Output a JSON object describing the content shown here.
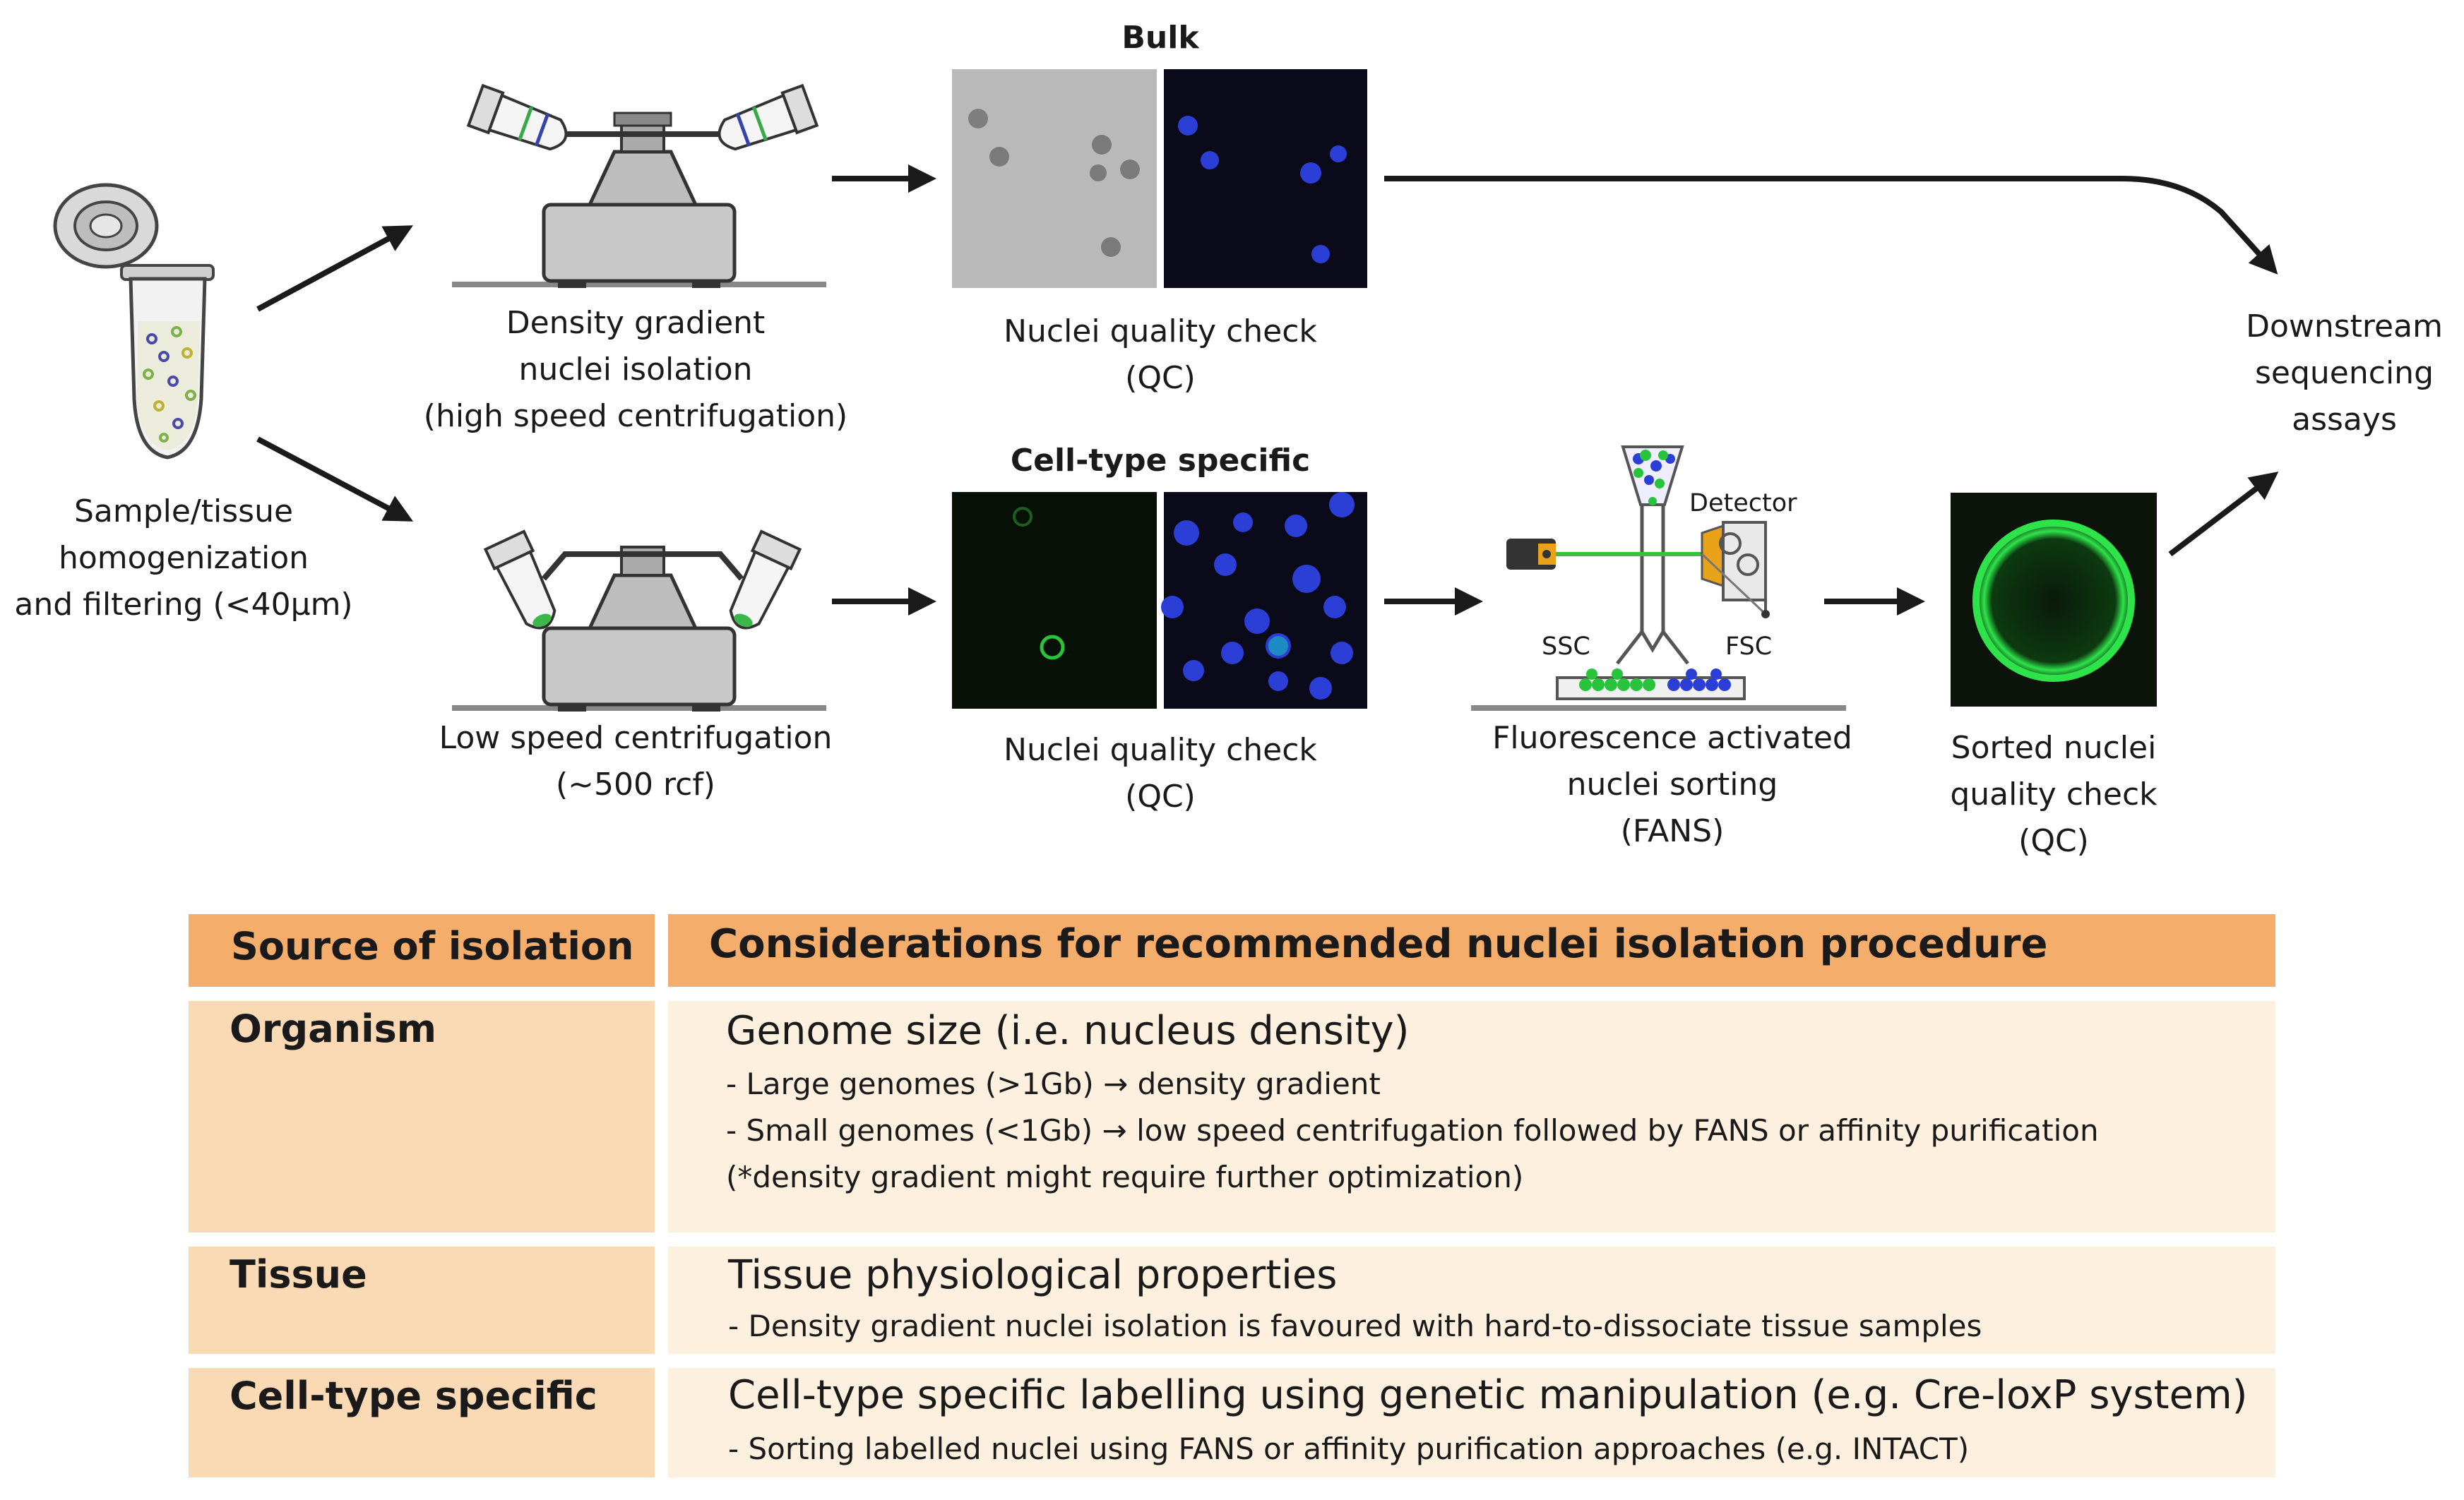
{
  "workflow": {
    "sample_label": "Sample/tissue\nhomogenization\nand filtering (<40μm)",
    "density_label": "Density gradient\nnuclei isolation\n(high speed centrifugation)",
    "lowspeed_label": "Low speed centrifugation\n(~500 rcf)",
    "bulk_header": "Bulk",
    "celltype_header": "Cell-type specific",
    "qc_top_label": "Nuclei quality check\n(QC)",
    "qc_bottom_label": "Nuclei quality check\n(QC)",
    "fans_label": "Fluorescence activated\nnuclei sorting\n(FANS)",
    "detector_label": "Detector",
    "ssc_label": "SSC",
    "fsc_label": "FSC",
    "sorted_label": "Sorted nuclei\nquality check\n(QC)",
    "downstream_label": "Downstream\nsequencing\nassays"
  },
  "table": {
    "header_source": "Source of isolation",
    "header_considerations": "Considerations for recommended nuclei isolation procedure",
    "rows": [
      {
        "source": "Organism",
        "title": "Genome size (i.e. nucleus density)",
        "lines": [
          "- Large genomes (>1Gb)  → density gradient",
          "- Small genomes (<1Gb)  → low speed centrifugation followed by FANS or affinity purification",
          "(*density gradient might require further optimization)"
        ]
      },
      {
        "source": "Tissue",
        "title": "Tissue physiological properties",
        "lines": [
          "- Density gradient nuclei isolation is favoured with hard-to-dissociate tissue samples"
        ]
      },
      {
        "source": "Cell-type specific",
        "title": "Cell-type specific labelling using genetic manipulation (e.g. Cre-loxP system)",
        "lines": [
          "- Sorting labelled nuclei using FANS or affinity purification approaches (e.g. INTACT)"
        ]
      }
    ]
  },
  "colors": {
    "header_orange": "#f5ad6b",
    "source_cell": "#fad9b5",
    "content_cell": "#fdf0de",
    "nucleus_blue": "#2b3fd6",
    "nucleus_green": "#27c43c",
    "arrow": "#1a1a1a"
  }
}
